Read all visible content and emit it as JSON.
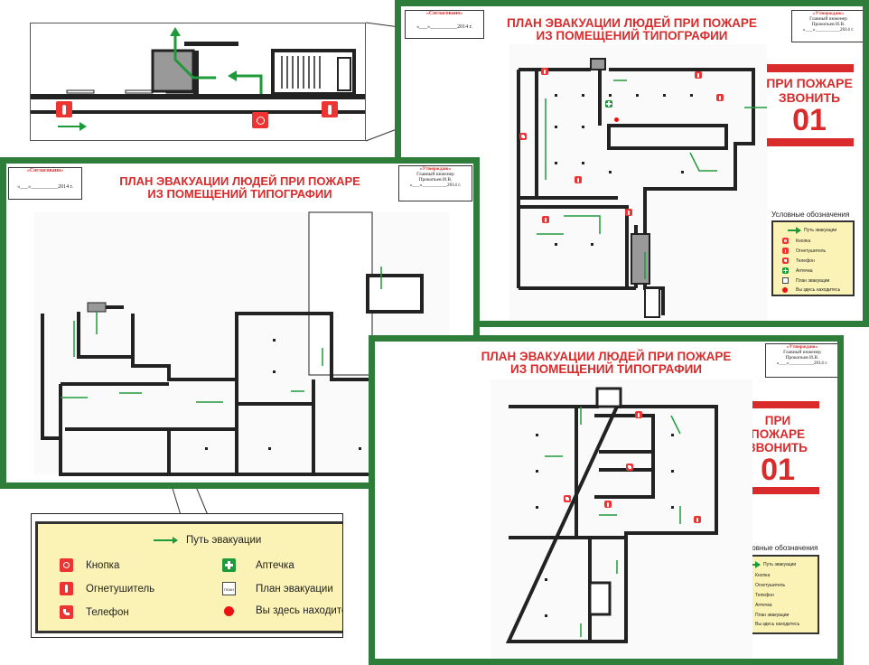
{
  "plan_title_line1": "ПЛАН ЭВАКУАЦИИ ЛЮДЕЙ ПРИ ПОЖАРЕ",
  "plan_title_line2": "ИЗ ПОМЕЩЕНИЙ ТИПОГРАФИИ",
  "agreed_stamp": {
    "head": "«Согласовано»",
    "date": "«___»__________2014 г."
  },
  "approved_stamp": {
    "head": "«Утверждаю»",
    "line1": "Главный инженер",
    "line2": "Прокопьев И.В.",
    "date": "«___»__________2014 г."
  },
  "fire_call": {
    "line1": "ПРИ ПОЖАРЕ",
    "line2": "ЗВОНИТЬ",
    "number": "01"
  },
  "legend": {
    "title": "Условные обозначения",
    "route": "Путь эвакуации",
    "button": "Кнопка",
    "first_aid": "Аптечка",
    "extinguisher": "Огнетушитель",
    "evac_plan": "План эвакуации",
    "evac_plan_icon_text": "ПЛАН",
    "phone": "Телефон",
    "you_are_here": "Вы здесь находитесь",
    "you_are_here_cropped": "Вы здесь находите"
  },
  "colors": {
    "frame": "#2e7d3b",
    "accent_red": "#d92b2b",
    "legend_bg": "#fbf3b6",
    "route_green": "#1f9a3a"
  },
  "icons": [
    "button-icon",
    "extinguisher-icon",
    "phone-icon",
    "first-aid-icon",
    "evacuation-plan-icon",
    "you-are-here-dot-icon",
    "evacuation-arrow-icon"
  ]
}
